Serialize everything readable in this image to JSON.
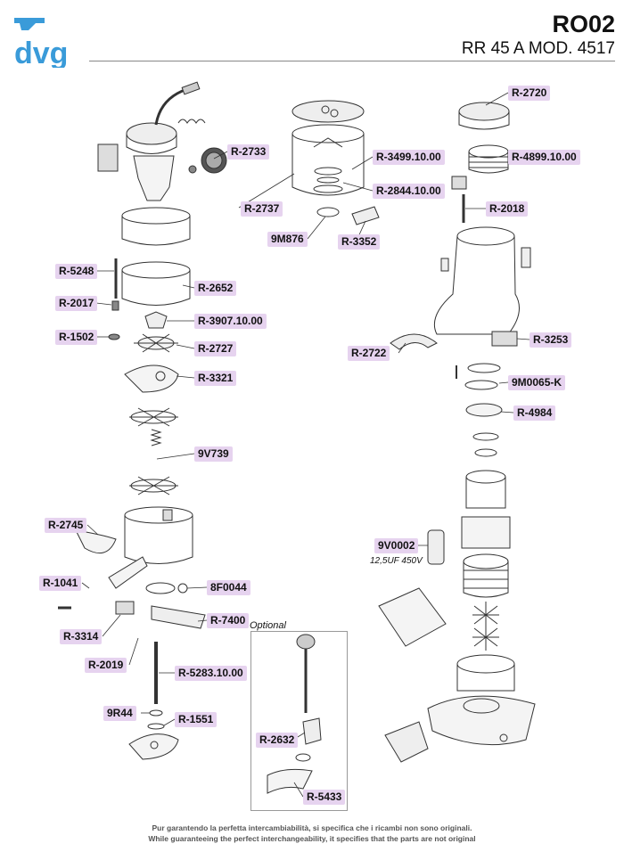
{
  "header": {
    "brand": "dvg",
    "code": "RO02",
    "model": "RR 45 A MOD. 4517",
    "brand_color": "#3a9bd9"
  },
  "labels": {
    "r2733": "R-2733",
    "r2737": "R-2737",
    "r3499": "R-3499.10.00",
    "r2844": "R-2844.10.00",
    "n9m876": "9M876",
    "r3352": "R-3352",
    "r2720": "R-2720",
    "r4899": "R-4899.10.00",
    "r2018": "R-2018",
    "r5248": "R-5248",
    "r2652": "R-2652",
    "r2017": "R-2017",
    "r3907": "R-3907.10.00",
    "r1502": "R-1502",
    "r2727": "R-2727",
    "r2722": "R-2722",
    "r3253": "R-3253",
    "r3321": "R-3321",
    "n9m0065k": "9M0065-K",
    "r4984": "R-4984",
    "n9v739": "9V739",
    "r2745": "R-2745",
    "n9v0002": "9V0002",
    "r1041": "R-1041",
    "n8f0044": "8F0044",
    "r7400": "R-7400",
    "r3314": "R-3314",
    "r2019": "R-2019",
    "r5283": "R-5283.10.00",
    "n9r44": "9R44",
    "r1551": "R-1551",
    "r2632": "R-2632",
    "r5433": "R-5433"
  },
  "notes": {
    "capacitor": "12,5UF 450V",
    "optional": "Optional"
  },
  "footer": {
    "line1": "Pur garantendo la perfetta intercambiabilità, si specifica che i ricambi non sono originali.",
    "line2": "While guaranteeing the perfect interchangeability, it specifies that the parts are not original"
  },
  "colors": {
    "label_bg": "#e6d3ef",
    "line": "#333333"
  }
}
